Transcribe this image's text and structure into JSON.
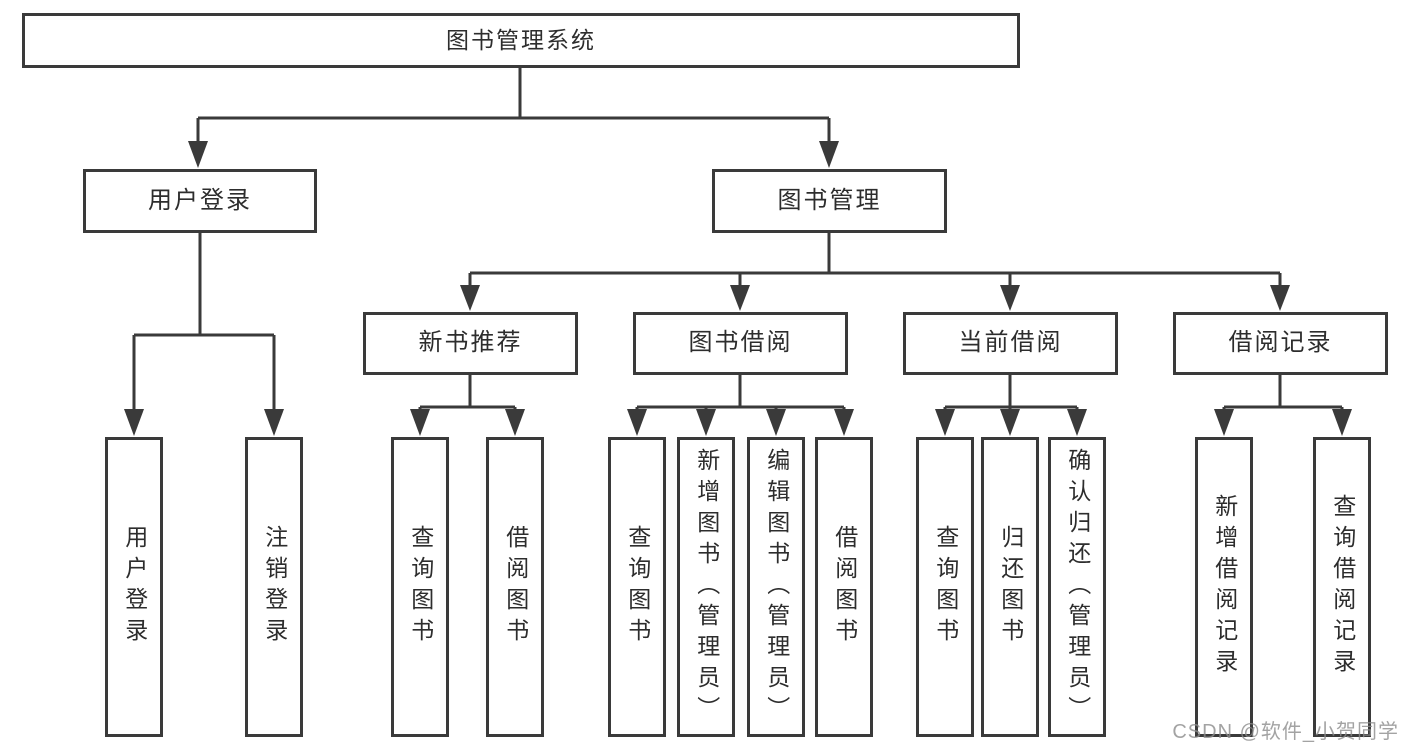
{
  "diagram": {
    "title": "图书管理系统",
    "root": "图书管理系统",
    "level2": {
      "user_login": "用户登录",
      "book_mgmt": "图书管理"
    },
    "level3": {
      "new_books": "新书推荐",
      "borrowing": "图书借阅",
      "current": "当前借阅",
      "records": "借阅记录"
    },
    "leaves": {
      "login": "用户登录",
      "logout": "注销登录",
      "nb_query": "查询图书",
      "nb_borrow": "借阅图书",
      "bb_query": "查询图书",
      "bb_add": "新增图书（管理员）",
      "bb_edit": "编辑图书（管理员）",
      "bb_borrow": "借阅图书",
      "cb_query": "查询图书",
      "cb_return": "归还图书",
      "cb_confirm": "确认归还（管理员）",
      "rec_add": "新增借阅记录",
      "rec_query": "查询借阅记录"
    },
    "watermark": "CSDN @软件_小贺同学"
  },
  "colors": {
    "line": "#3a3a3a",
    "box_border": "#3a3a3a",
    "text": "#2d2d2d",
    "watermark": "#8c8c8c",
    "background": "#ffffff"
  }
}
